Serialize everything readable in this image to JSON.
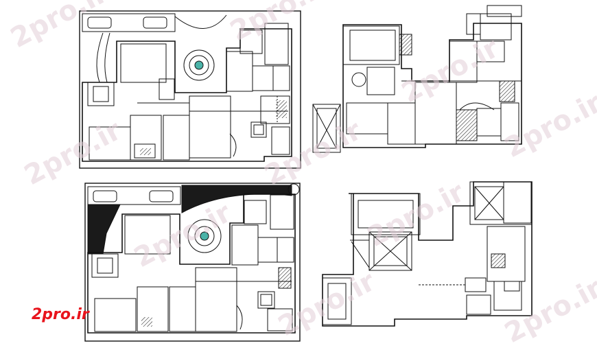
{
  "brand": {
    "logo_text": "2pro.ir",
    "logo_color": "#e8141c",
    "watermark_text": "2pro.ir"
  },
  "colors": {
    "line": "#111111",
    "paper": "#ffffff",
    "fill_dark": "#1a1a1a",
    "fountain": "#4ab3a8"
  },
  "plans": [
    {
      "id": "ground-floor-plan"
    },
    {
      "id": "first-floor-plan"
    },
    {
      "id": "ground-floor-furnished-plan"
    },
    {
      "id": "roof-plan"
    }
  ]
}
